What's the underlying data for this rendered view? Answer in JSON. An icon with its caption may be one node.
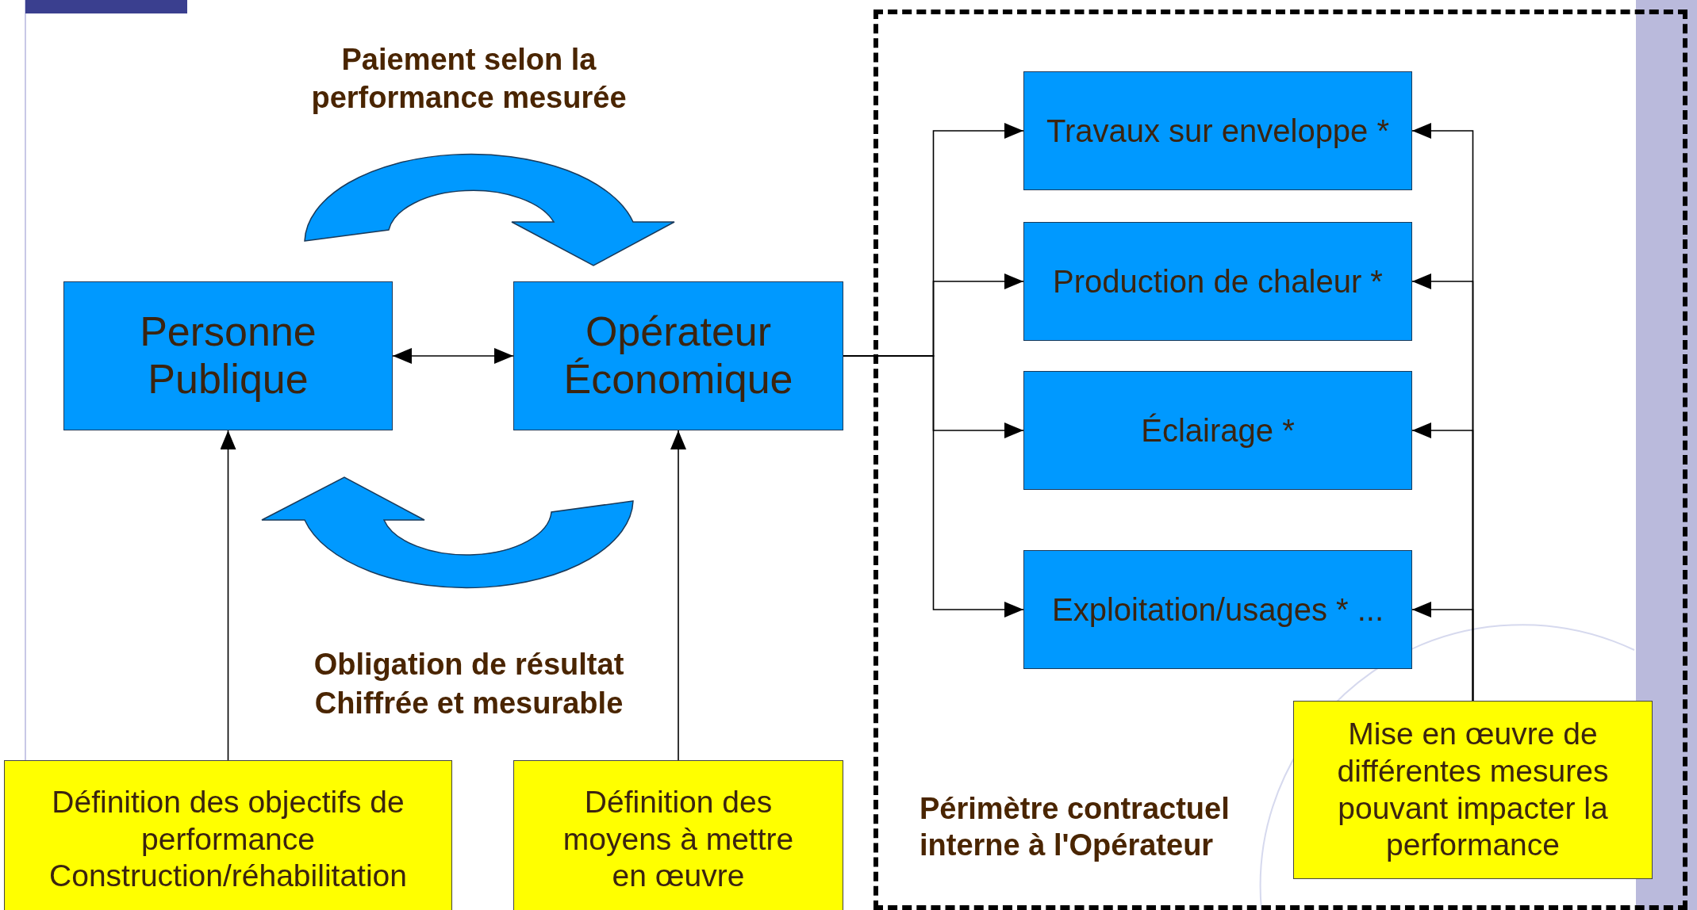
{
  "diagram": {
    "nodes": [
      {
        "text": [
          "Personne Publique"
        ]
      },
      {
        "text": [
          "Opérateur Économique"
        ]
      },
      {
        "text": [
          "Périmètre contractuel interne à l'Opérateur"
        ]
      },
      {
        "text": [
          "Travaux sur enveloppe *"
        ],
        "in": 2
      },
      {
        "text": [
          "Production de chaleur *"
        ],
        "in": 2
      },
      {
        "text": [
          "Éclairage *"
        ],
        "in": 2
      },
      {
        "text": [
          "Exploitation/usages * ..."
        ],
        "in": 2
      },
      {
        "text": [
          "Mise en œuvre de différentes mesures pouvant impacter la performance"
        ],
        "in": 2
      },
      {
        "text": [
          "Définition des objectifs de performance Construction/réhabilitation"
        ]
      },
      {
        "text": [
          "Définition des moyens à mettre en œuvre"
        ]
      }
    ],
    "edges": [
      {
        "from": 0,
        "to": 1,
        "arrow": "both"
      },
      {
        "from": 1,
        "to": 3,
        "arrow": "to"
      },
      {
        "from": 1,
        "to": 4,
        "arrow": "to"
      },
      {
        "from": 1,
        "to": 5,
        "arrow": "to"
      },
      {
        "from": 1,
        "to": 6,
        "arrow": "to"
      },
      {
        "from": 7,
        "to": 3,
        "arrow": "to"
      },
      {
        "from": 7,
        "to": 4,
        "arrow": "to"
      },
      {
        "from": 7,
        "to": 5,
        "arrow": "to"
      },
      {
        "from": 7,
        "to": 6,
        "arrow": "to"
      },
      {
        "from": 8,
        "to": 0,
        "arrow": "to"
      },
      {
        "from": 9,
        "to": 1,
        "arrow": "to"
      }
    ],
    "labels": [
      "Paiement selon la performance mesurée",
      "Obligation de résultat",
      "Chiffrée et mesurable"
    ]
  }
}
